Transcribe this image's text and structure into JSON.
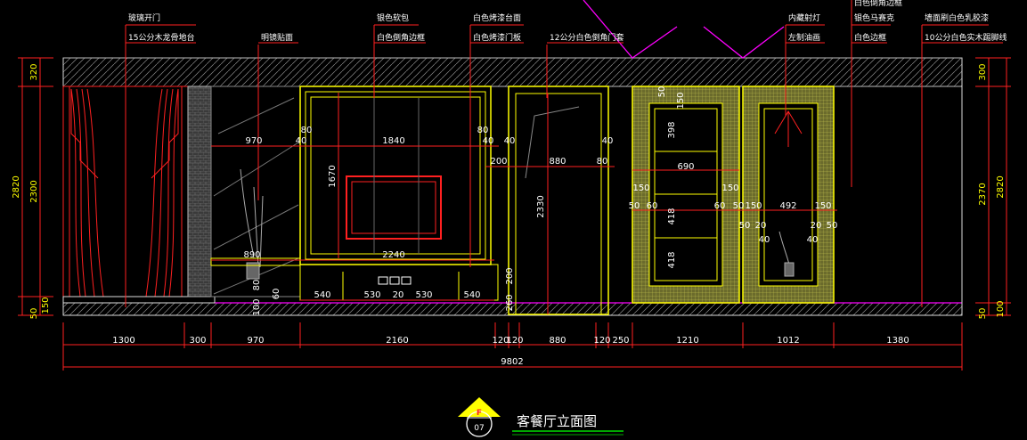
{
  "colors": {
    "background": "#000000",
    "dimension": "#ff2020",
    "yellow": "#ffff00",
    "white": "#ffffff",
    "green": "#00e000",
    "magenta": "#ff00ff",
    "cyan": "#00ffff",
    "gray": "#9a9a9a"
  },
  "drawing": {
    "title": "客餐厅立面图",
    "symbol_letter": "F",
    "symbol_number": "07"
  },
  "top_labels": [
    "玻璃开门",
    "15公分木龙骨地台",
    "明镜贴面",
    "银色软包",
    "白色倒角边框",
    "白色烤漆台面",
    "白色烤漆门板",
    "12公分白色倒角门套",
    "内藏射灯",
    "左制油画",
    "白色倒角边框",
    "银色马赛克",
    "白色边框",
    "墙面刷白色乳胶漆",
    "10公分白色实木踢脚线"
  ],
  "bottom_dimensions": [
    "1300",
    "300",
    "970",
    "2160",
    "120",
    "120",
    "880",
    "120",
    "250",
    "1210",
    "1012",
    "1380"
  ],
  "overall_dimension": "9802",
  "left_dimensions": [
    "320",
    "2300",
    "2820",
    "150",
    "50"
  ],
  "right_dimensions": [
    "300",
    "2370",
    "2820",
    "50",
    "100"
  ],
  "inner_dimensions": {
    "w970": "970",
    "w1840": "1840",
    "h1670": "1670",
    "w2240": "2240",
    "w890": "890",
    "w880": "880",
    "h2330": "2330",
    "w200": "200",
    "w80": "80",
    "w40": "40",
    "w540": "540",
    "w530": "530",
    "w20": "20",
    "h200": "200",
    "h260": "260",
    "h80": "80",
    "h60": "60",
    "h100": "100",
    "w690": "690",
    "w492": "492",
    "w150": "150",
    "w50": "50",
    "w60": "60",
    "h398": "398",
    "h418": "418",
    "h20": "20"
  }
}
